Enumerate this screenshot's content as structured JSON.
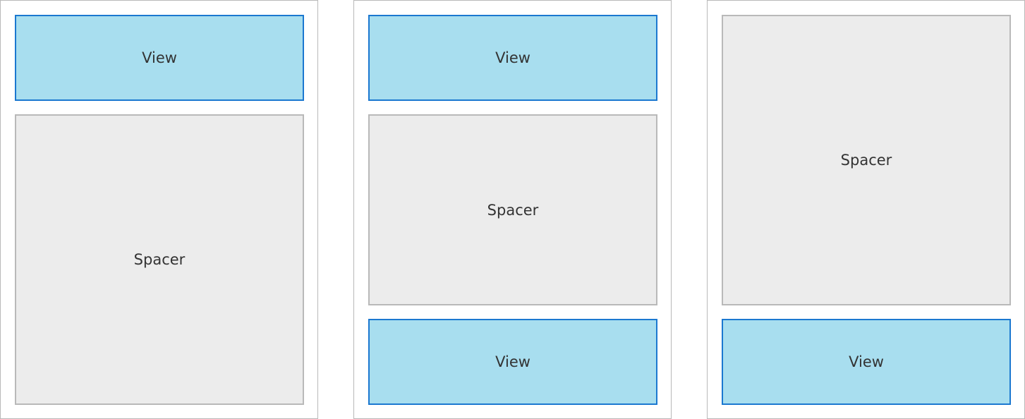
{
  "colors": {
    "view_fill": "#a8deef",
    "view_border": "#1b78d0",
    "spacer_fill": "#ececec",
    "spacer_border": "#b9b9b9",
    "panel_border": "#b9b9b9"
  },
  "panels": [
    {
      "top_label": "View",
      "bottom_label": "Spacer"
    },
    {
      "top_label": "View",
      "middle_label": "Spacer",
      "bottom_label": "View"
    },
    {
      "top_label": "Spacer",
      "bottom_label": "View"
    }
  ]
}
